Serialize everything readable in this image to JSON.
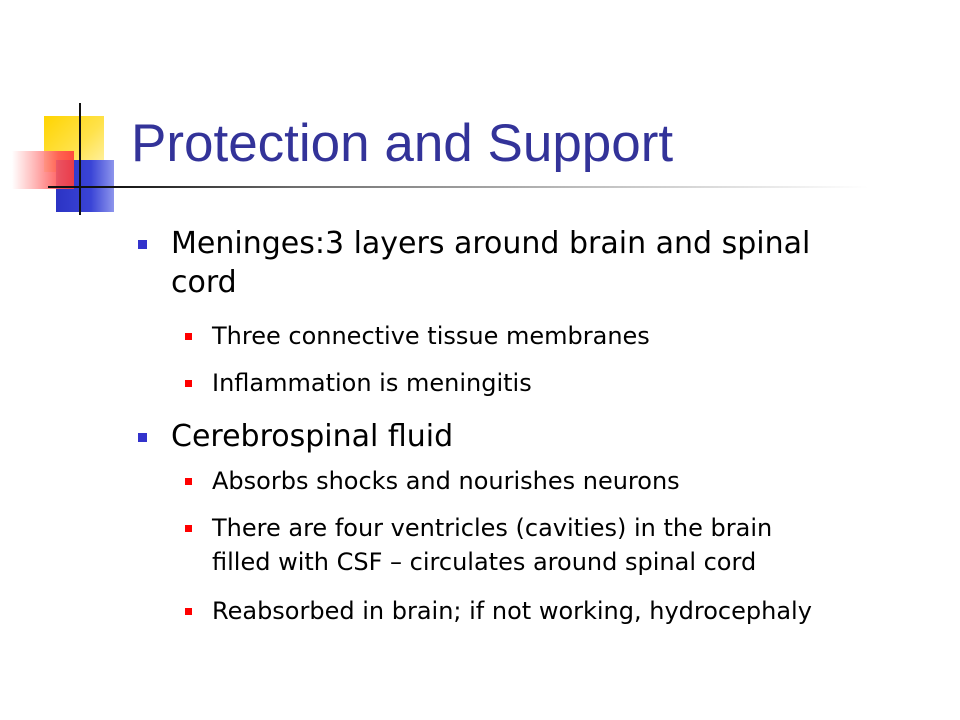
{
  "slide": {
    "title": "Protection and Support",
    "accent_colors": {
      "title": "#333399",
      "level1_bullet": "#3333cc",
      "level2_bullet": "#ff0000",
      "deco_yellow": "#ffd400",
      "deco_blue": "#2b33c4",
      "deco_red": "#ff3b3b"
    },
    "bullets": [
      {
        "text": "Meninges:3 layers around brain and spinal cord",
        "line1": "Meninges:3 layers around brain and spinal",
        "line2": "cord",
        "children": [
          {
            "text": "Three connective tissue membranes"
          },
          {
            "text": "Inflammation is meningitis"
          }
        ]
      },
      {
        "text": "Cerebrospinal fluid",
        "children": [
          {
            "text": "Absorbs shocks and nourishes neurons"
          },
          {
            "text": "There are four ventricles (cavities) in the brain filled with CSF – circulates around spinal cord",
            "line1": "There are four ventricles (cavities) in the brain",
            "line2": "filled with CSF – circulates around spinal cord"
          },
          {
            "text": "Reabsorbed in brain; if not working, hydrocephaly"
          }
        ]
      }
    ]
  }
}
